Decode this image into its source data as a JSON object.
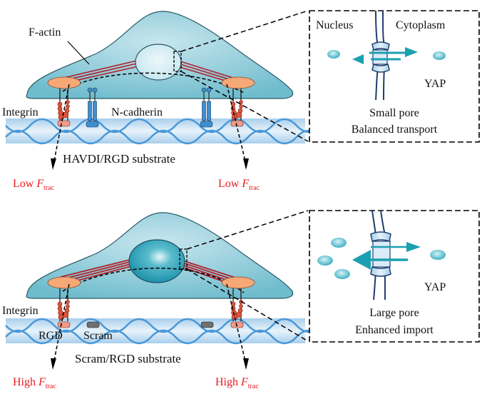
{
  "panels": [
    {
      "id": "top",
      "f_actin_label": "F-actin",
      "integrin_label": "Integrin",
      "cadherin_label": "N-cadherin",
      "substrate_label": "HAVDI/RGD substrate",
      "force_left": {
        "prefix": "Low ",
        "symbol": "F",
        "subscript": "trac"
      },
      "force_right": {
        "prefix": "Low ",
        "symbol": "F",
        "subscript": "trac"
      },
      "inset": {
        "nucleus_label": "Nucleus",
        "cytoplasm_label": "Cytoplasm",
        "yap_label": "YAP",
        "pore_label": "Small pore",
        "transport_label": "Balanced transport"
      }
    },
    {
      "id": "bottom",
      "integrin_label": "Integrin",
      "rgd_label": "RGD",
      "scram_label": "Scram",
      "substrate_label": "Scram/RGD substrate",
      "force_left": {
        "prefix": "High ",
        "symbol": "F",
        "subscript": "trac"
      },
      "force_right": {
        "prefix": "High ",
        "symbol": "F",
        "subscript": "trac"
      },
      "inset": {
        "yap_label": "YAP",
        "pore_label": "Large pore",
        "transport_label": "Enhanced import"
      }
    }
  ],
  "colors": {
    "cell": "#7cc3d3",
    "nucleus_top": "#d3edf2",
    "nucleus_bottom": "#2fa3b8",
    "actin": "#b0202a",
    "adhesion": "#f6a877",
    "integrin": "#e0533a",
    "cadherin": "#3d8fd0",
    "substrate": "#c4dff2",
    "fiber": "#4a98d8",
    "arrow": "#1aa0b0",
    "force_text": "#e8191f"
  }
}
